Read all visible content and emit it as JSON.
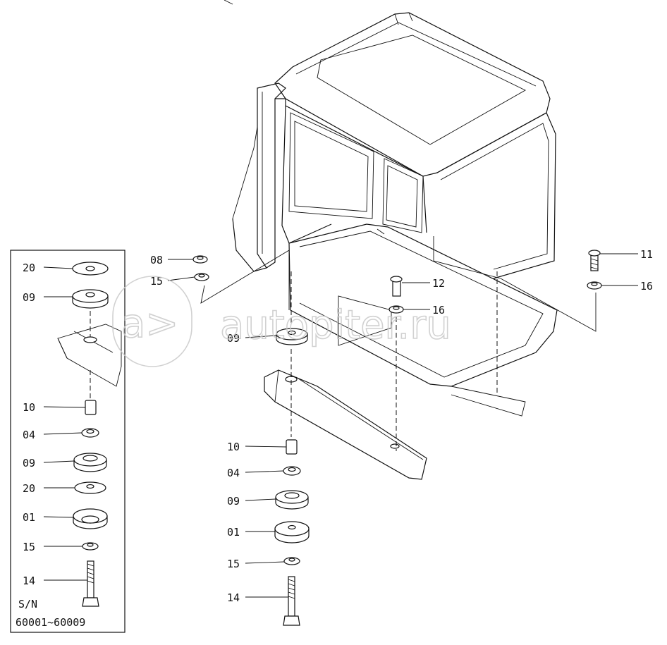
{
  "inset": {
    "labels": [
      "20",
      "09",
      "10",
      "04",
      "09",
      "20",
      "01",
      "15",
      "14"
    ],
    "sn_label": "S/N",
    "sn_range": "60001~60009"
  },
  "main": {
    "labels": {
      "p08": "08",
      "p15a": "15",
      "p09": "09",
      "p11": "11",
      "p12": "12",
      "p16a": "16",
      "p16b": "16",
      "s10": "10",
      "s04": "04",
      "s09": "09",
      "s01": "01",
      "s15": "15",
      "s14": "14"
    }
  },
  "watermark": {
    "logo": "a>",
    "text": "autopiter.ru"
  }
}
